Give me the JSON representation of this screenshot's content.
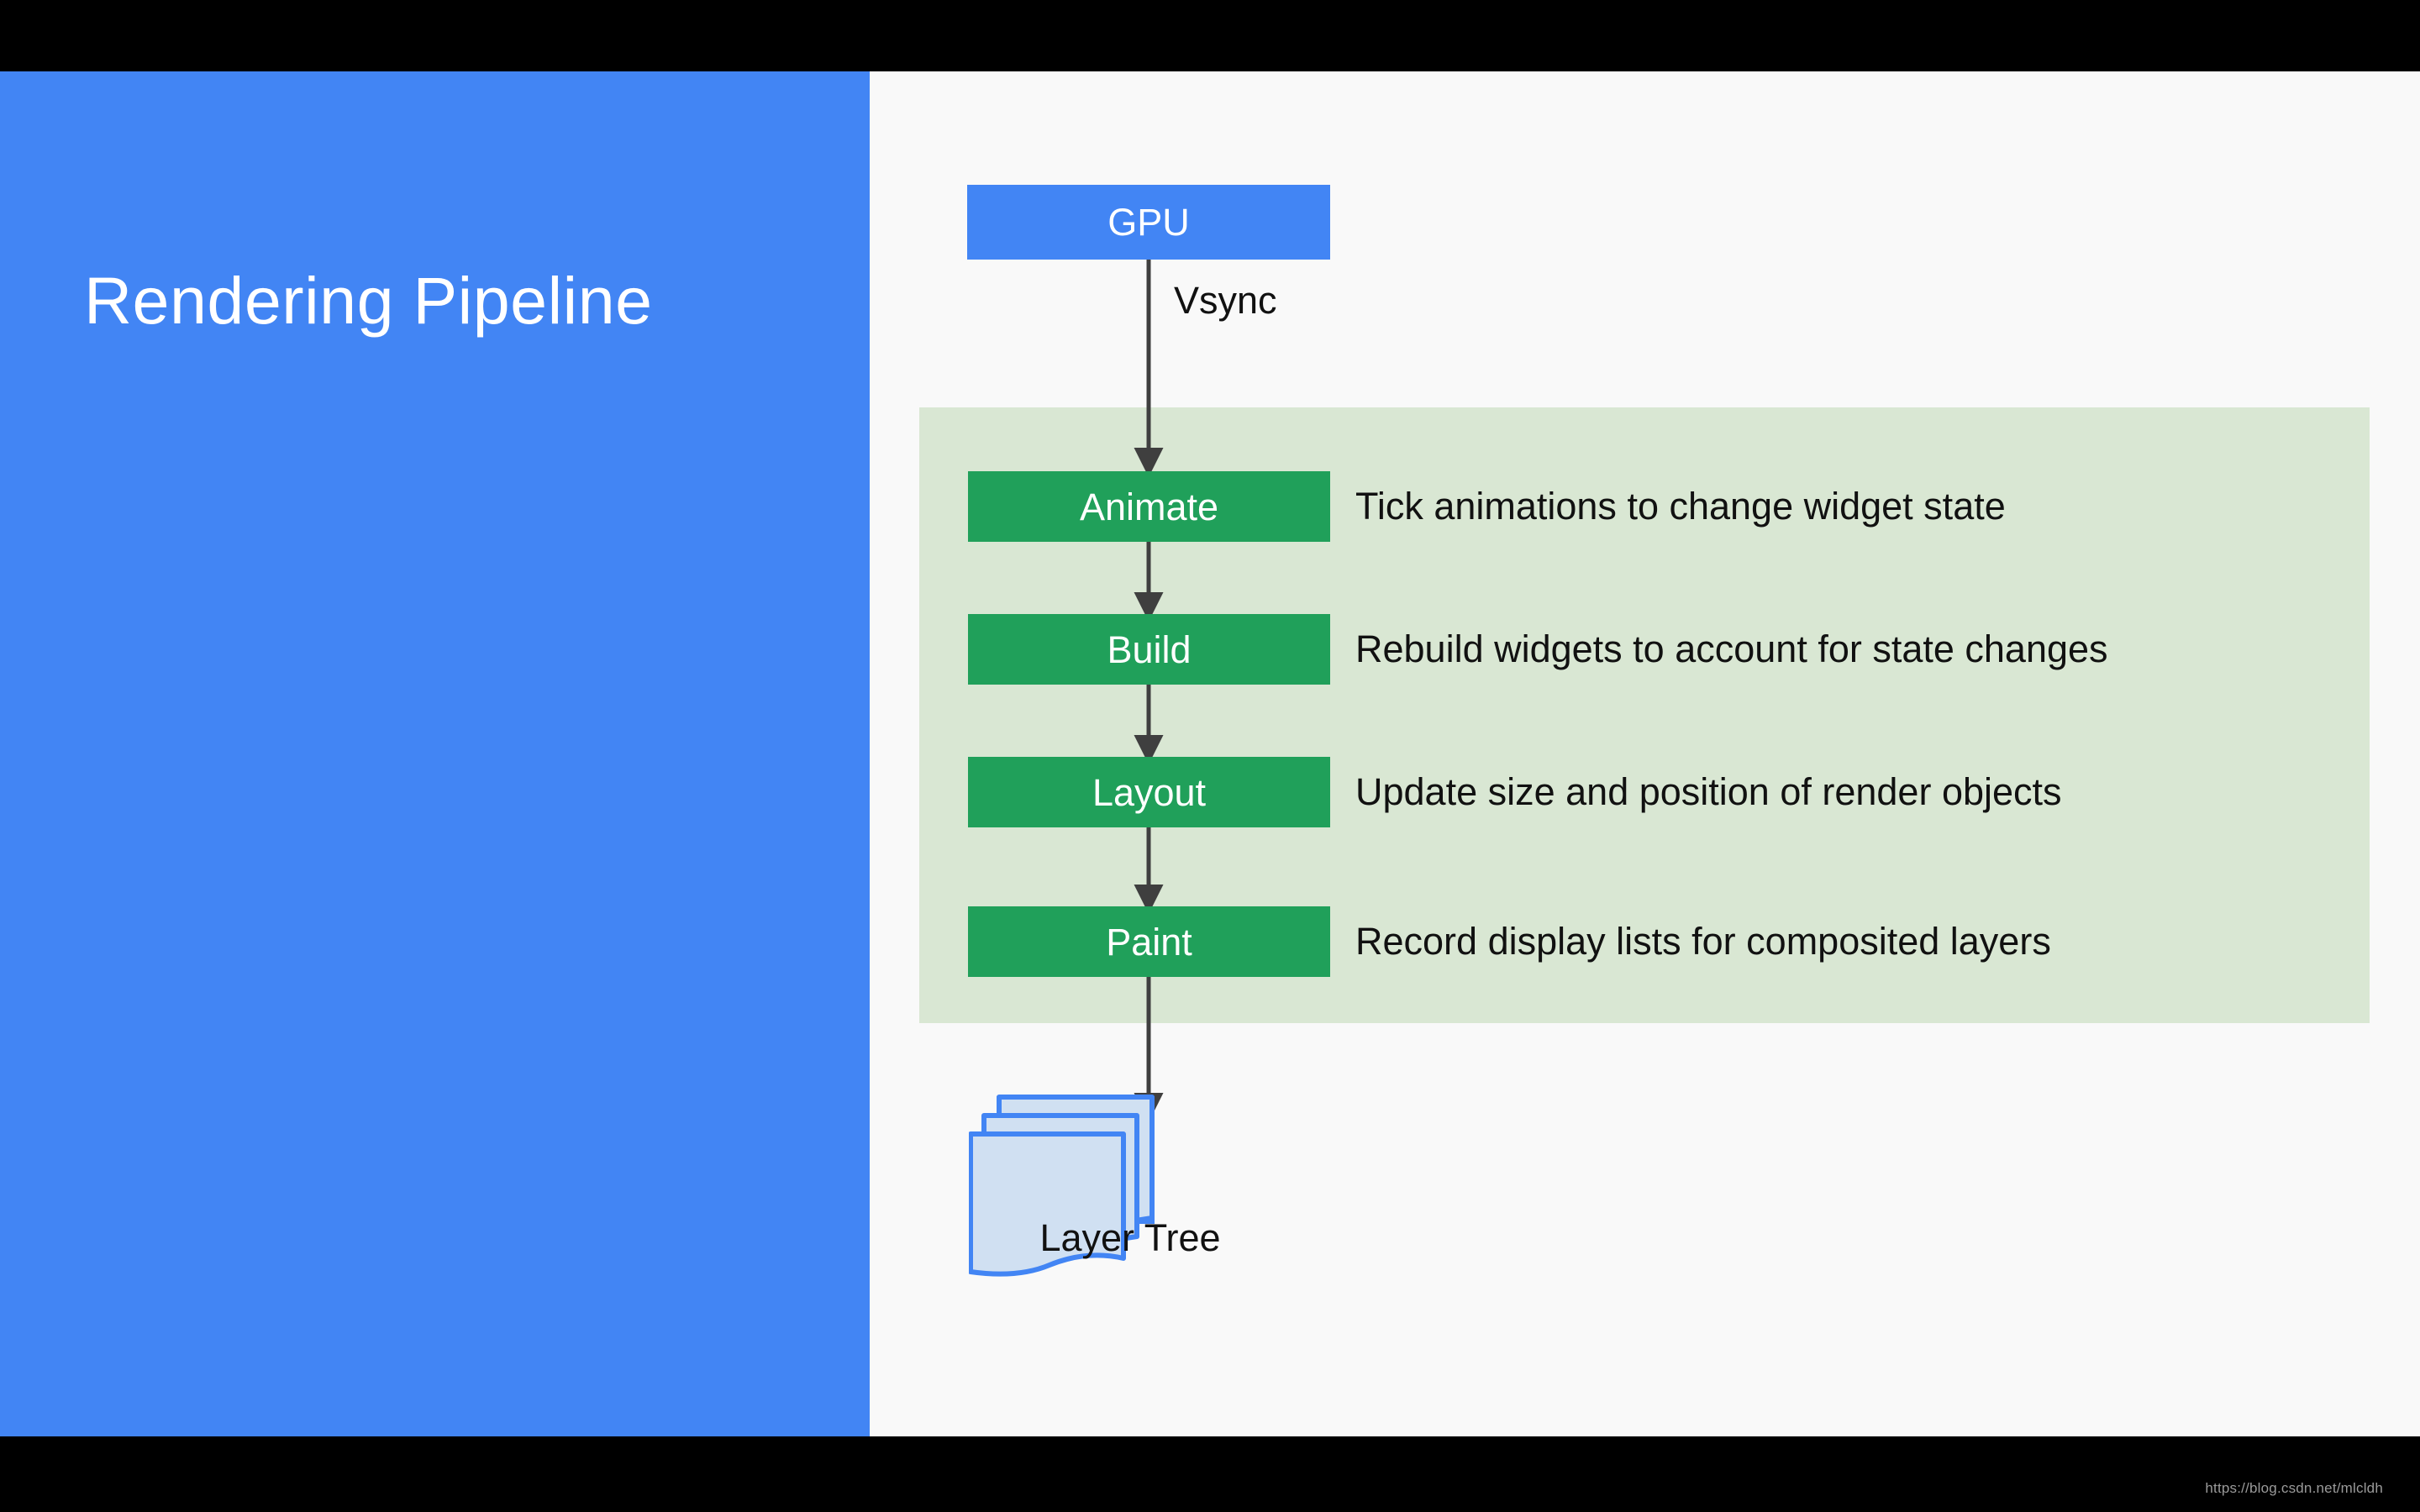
{
  "slide": {
    "title": "Rendering Pipeline",
    "background_color": "#f9f9f9",
    "title_panel_color": "#4285f4",
    "letterbox_color": "#000000"
  },
  "diagram": {
    "type": "flowchart",
    "source_node": {
      "label": "GPU",
      "color": "#4285f4",
      "text_color": "#ffffff"
    },
    "edge_labels": [
      "Vsync"
    ],
    "phase_band": {
      "color": "#d9e7d3"
    },
    "phases": [
      {
        "label": "Animate",
        "description": "Tick animations to change widget state",
        "color": "#20a05a"
      },
      {
        "label": "Build",
        "description": "Rebuild widgets to account for state changes",
        "color": "#20a05a"
      },
      {
        "label": "Layout",
        "description": "Update size and position of render objects",
        "color": "#20a05a"
      },
      {
        "label": "Paint",
        "description": "Record display lists for composited layers",
        "color": "#20a05a"
      }
    ],
    "output_node": {
      "label": "Layer Tree",
      "fill_color": "#d0e0f2",
      "stroke_color": "#4285f4",
      "text_color": "#111111",
      "shape": "stacked-documents"
    },
    "connector_color": "#3f3f3f"
  },
  "watermark": {
    "text": "https://blog.csdn.net/mlcldh"
  }
}
